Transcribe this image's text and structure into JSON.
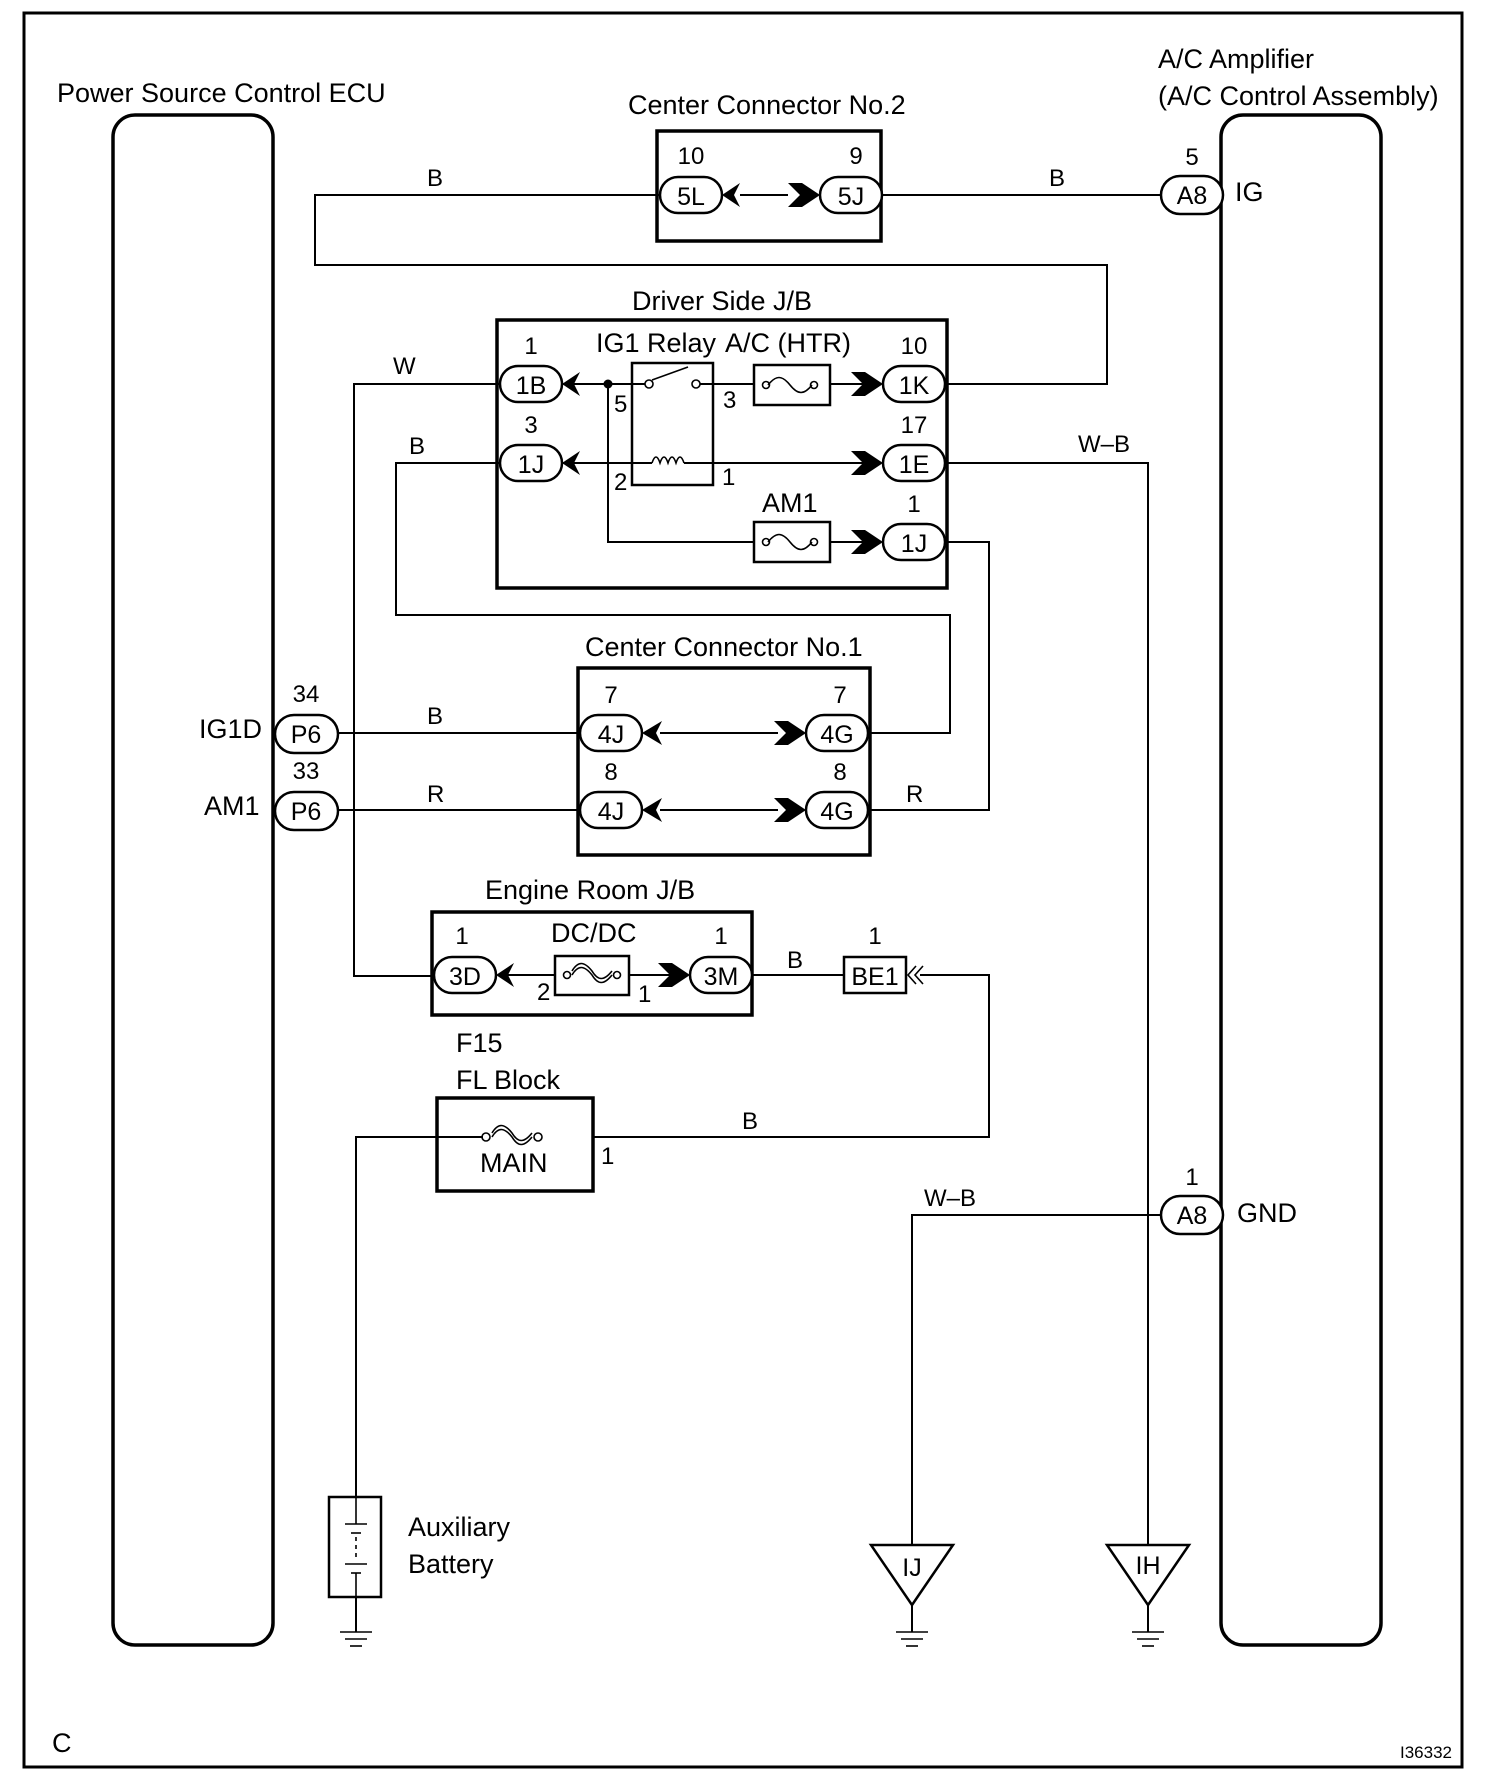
{
  "components": {
    "ecu_left": "Power Source Control ECU",
    "amplifier": [
      "A/C Amplifier",
      "(A/C Control Assembly)"
    ],
    "center_conn_2": "Center Connector No.2",
    "driver_jb": "Driver Side J/B",
    "ig1_relay": "IG1 Relay",
    "ac_htr_fuse": "A/C (HTR)",
    "am1_fuse": "AM1",
    "center_conn_1": "Center Connector No.1",
    "engine_jb": "Engine Room J/B",
    "dcdc_fuse": "DC/DC",
    "fl_block_code": "F15",
    "fl_block": "FL Block",
    "main_fuse": "MAIN",
    "battery": [
      "Auxiliary",
      "Battery"
    ]
  },
  "terminals": {
    "ig1d": "IG1D",
    "am1": "AM1",
    "ig": "IG",
    "gnd": "GND"
  },
  "connectors": {
    "c5L": {
      "id": "5L",
      "pin": "10"
    },
    "c5J": {
      "id": "5J",
      "pin": "9"
    },
    "a8_ig": {
      "id": "A8",
      "pin": "5"
    },
    "c1B": {
      "id": "1B",
      "pin": "1"
    },
    "c1K": {
      "id": "1K",
      "pin": "10"
    },
    "c1J_top": {
      "id": "1J",
      "pin": "3"
    },
    "c1E": {
      "id": "1E",
      "pin": "17"
    },
    "c1J_bot": {
      "id": "1J",
      "pin": "1"
    },
    "p6_ig1d": {
      "id": "P6",
      "pin": "34"
    },
    "p6_am1": {
      "id": "P6",
      "pin": "33"
    },
    "c4J_7": {
      "id": "4J",
      "pin": "7"
    },
    "c4G_7": {
      "id": "4G",
      "pin": "7"
    },
    "c4J_8": {
      "id": "4J",
      "pin": "8"
    },
    "c4G_8": {
      "id": "4G",
      "pin": "8"
    },
    "c3D": {
      "id": "3D",
      "pin": "1"
    },
    "c3M": {
      "id": "3M",
      "pin": "1"
    },
    "be1": {
      "id": "BE1",
      "pin": "1"
    },
    "a8_gnd": {
      "id": "A8",
      "pin": "1"
    }
  },
  "relay_pins": {
    "p5": "5",
    "p3": "3",
    "p2": "2",
    "p1": "1"
  },
  "dcdc_pins": {
    "p2": "2",
    "p1": "1"
  },
  "main_pin": "1",
  "wire_colors": {
    "top_left": "B",
    "top_right": "B",
    "w": "W",
    "b_relay": "B",
    "wb_top": "W–B",
    "ig1d": "B",
    "am1_left": "R",
    "am1_right": "R",
    "dcdc_out": "B",
    "main_out": "B",
    "wb_gnd": "W–B"
  },
  "grounds": {
    "ij": "IJ",
    "ih": "IH"
  },
  "corner_label": "C",
  "figure_code": "I36332"
}
